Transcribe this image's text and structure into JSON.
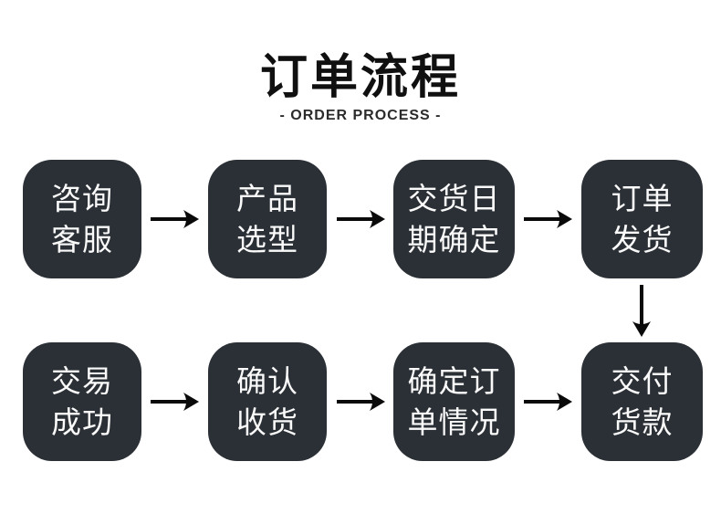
{
  "header": {
    "title": "订单流程",
    "subtitle": "- ORDER PROCESS -"
  },
  "colors": {
    "box_bg": "#2b3036",
    "box_text": "#fafafa",
    "arrow": "#0a0a0a",
    "title": "#101010",
    "subtitle": "#2b2b2b",
    "background": "#ffffff"
  },
  "steps": [
    {
      "id": "consult-customer-service",
      "lines": [
        "咨询",
        "客服"
      ]
    },
    {
      "id": "product-selection",
      "lines": [
        "产品",
        "选型"
      ]
    },
    {
      "id": "delivery-date-confirmation",
      "lines": [
        "交货日",
        "期确定"
      ]
    },
    {
      "id": "order-shipment",
      "lines": [
        "订单",
        "发货"
      ]
    },
    {
      "id": "transaction-success",
      "lines": [
        "交易",
        "成功"
      ]
    },
    {
      "id": "confirm-receipt",
      "lines": [
        "确认",
        "收货"
      ]
    },
    {
      "id": "confirm-order-status",
      "lines": [
        "确定订",
        "单情况"
      ]
    },
    {
      "id": "payment-of-goods",
      "lines": [
        "交付",
        "货款"
      ]
    }
  ]
}
